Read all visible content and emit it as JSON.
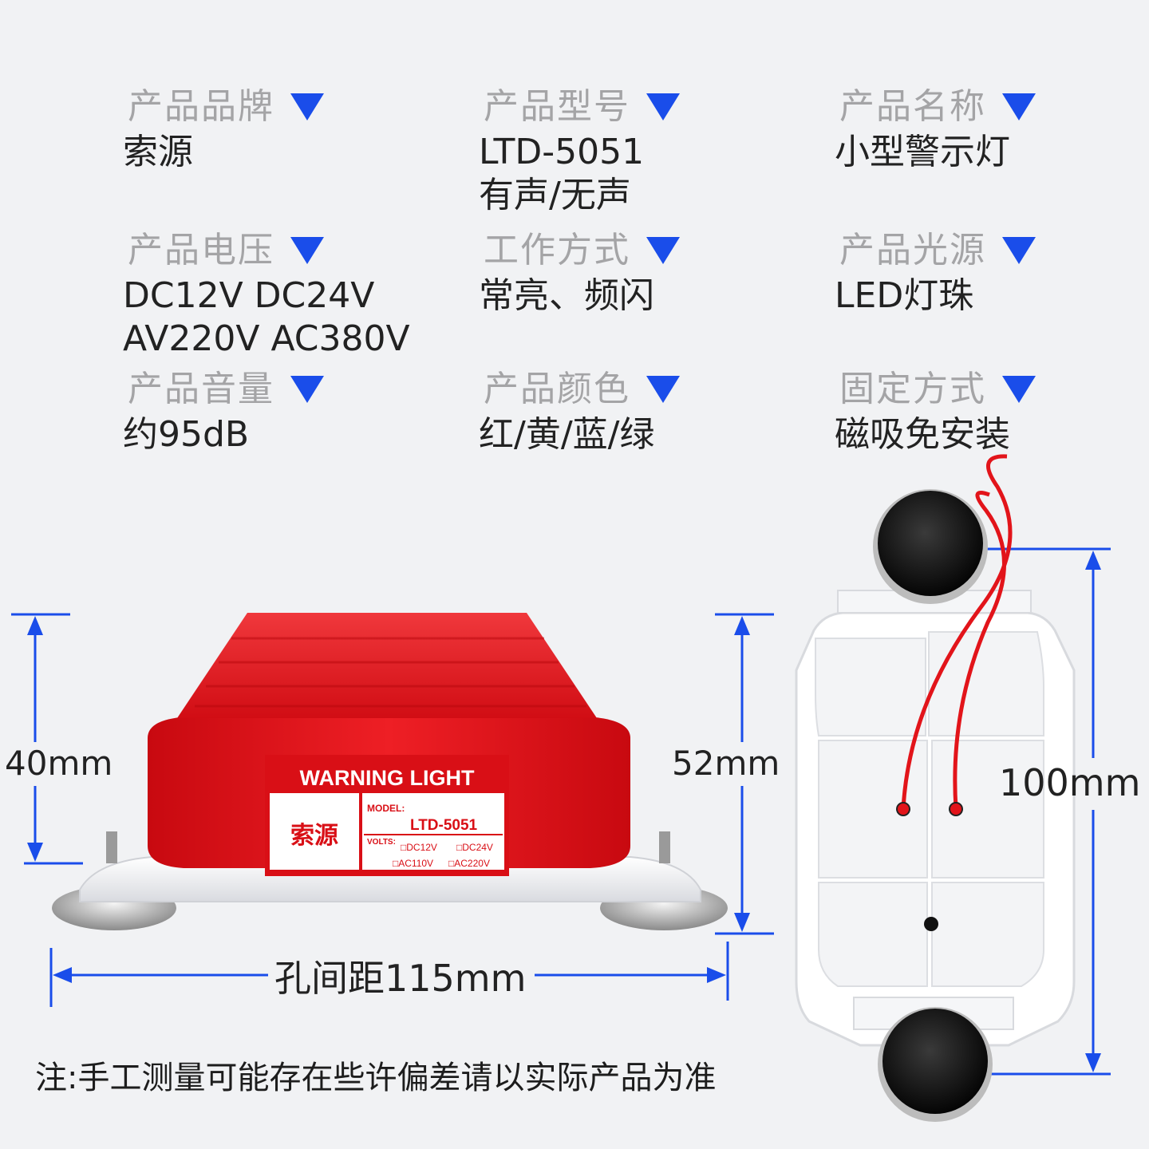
{
  "specs": [
    {
      "label": "产品品牌",
      "value": "索源"
    },
    {
      "label": "产品型号",
      "value": "LTD-5051\n有声/无声"
    },
    {
      "label": "产品名称",
      "value": "小型警示灯"
    },
    {
      "label": "产品电压",
      "value": "DC12V DC24V\nAV220V AC380V"
    },
    {
      "label": "工作方式",
      "value": "常亮、频闪"
    },
    {
      "label": "产品光源",
      "value": "LED灯珠"
    },
    {
      "label": "产品音量",
      "value": "约95dB"
    },
    {
      "label": "产品颜色",
      "value": "红/黄/蓝/绿"
    },
    {
      "label": "固定方式",
      "value": "磁吸免安装"
    }
  ],
  "dimensions": {
    "height_body": "40mm",
    "height_total": "52mm",
    "length": "100mm",
    "hole_spacing": "孔间距115mm"
  },
  "product_label": {
    "title": "WARNING LIGHT",
    "brand": "索源",
    "model_label": "MODEL:",
    "model": "LTD-5051",
    "volts_label": "VOLTS:",
    "volts": [
      "□DC12V",
      "□DC24V",
      "□AC110V",
      "□AC220V"
    ]
  },
  "note": "注:手工测量可能存在些许偏差请以实际产品为准",
  "colors": {
    "accent": "#1a4dea",
    "light_red": "#e8141b",
    "base": "#ffffff"
  }
}
